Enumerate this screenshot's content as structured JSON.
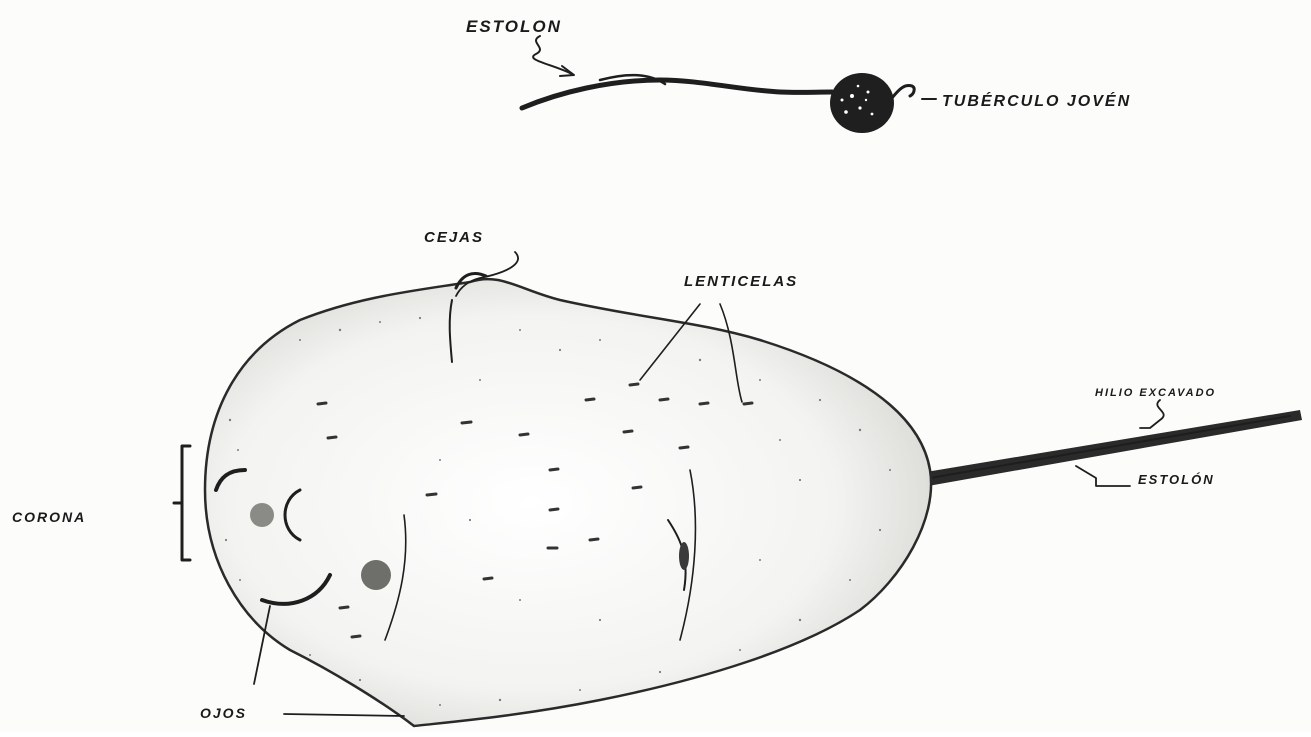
{
  "diagram": {
    "labels": {
      "estolon_top": "ESTOLON",
      "tuberculo_joven": "TUBÉRCULO JOVÉN",
      "cejas": "CEJAS",
      "lenticelas": "LENTICELAS",
      "hilio": "HILIO EXCAVADO",
      "estolon_right": "ESTOLÓN",
      "corona": "CORONA",
      "ojos": "OJOS"
    },
    "colors": {
      "ink": "#1e1e1e",
      "paper": "#fcfcfb"
    }
  }
}
